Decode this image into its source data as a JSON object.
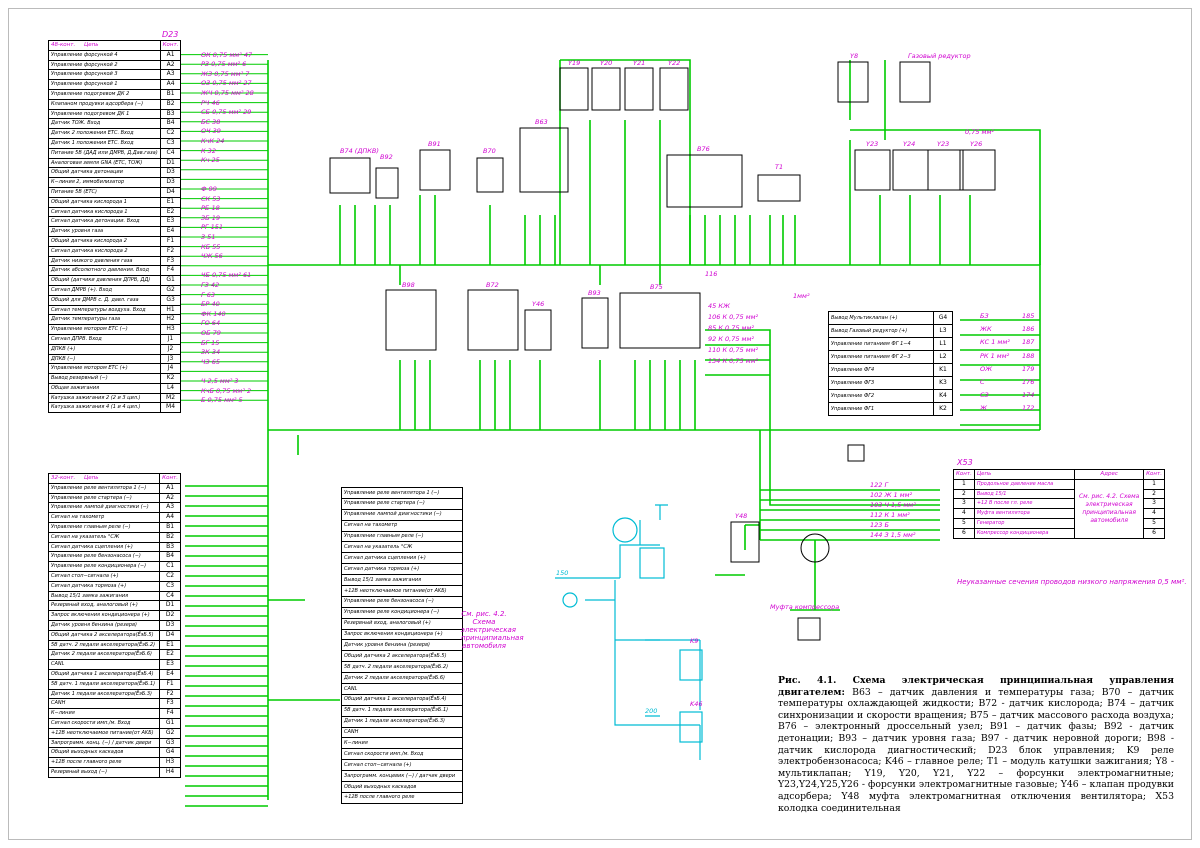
{
  "d23": {
    "title": "D23",
    "table48": {
      "hdr_left": "48-конт.",
      "hdr_circuit": "Цепь",
      "hdr_pin": "Конт.",
      "rows": [
        {
          "sig": "Управление форсункой 4",
          "pin": "A1",
          "wire": "ОК 0,75 мм² 47"
        },
        {
          "sig": "Управление форсункой 2",
          "pin": "A2",
          "wire": "РЗ 0,75 мм² 6"
        },
        {
          "sig": "Управление форсункой 3",
          "pin": "A3",
          "wire": "ЖЗ 0,75 мм² 7"
        },
        {
          "sig": "Управление форсункой 1",
          "pin": "A4",
          "wire": "ОЗ 0,75 мм² 27"
        },
        {
          "sig": "Управление подогревом ДК 2",
          "pin": "B1",
          "wire": "ЖЧ 0,75 мм² 28"
        },
        {
          "sig": "Клапаном продувки адсорбера (−)",
          "pin": "B2",
          "wire": "РЧ 46"
        },
        {
          "sig": "Управление подогревом ДК 1",
          "pin": "B3",
          "wire": "СБ 0,75 мм² 29"
        },
        {
          "sig": "Датчик ТОЖ. Вход",
          "pin": "B4",
          "wire": "БС 38"
        },
        {
          "sig": "Датчик 2 положения ETC. Вход",
          "pin": "C2",
          "wire": "ОЧ 39"
        },
        {
          "sig": "Датчик 1 положения ETC. Вход",
          "pin": "C3",
          "wire": "КчК 24"
        },
        {
          "sig": "Питание 5В (ДАД или ДМРВ, Д.Дав.газа)",
          "pin": "C4",
          "wire": "К 32"
        },
        {
          "sig": "Аналоговая земля GNA (ETC, ТОЖ)",
          "pin": "D1",
          "wire": "Кч 25"
        },
        {
          "sig": "Общий датчика детонации",
          "pin": "D3",
          "wire": ""
        },
        {
          "sig": "К−линия 2, иммобилизатор",
          "pin": "D3",
          "wire": ""
        },
        {
          "sig": "Питание 5В (ETC)",
          "pin": "D4",
          "wire": "Ф 99"
        },
        {
          "sig": "Общий датчика кислорода 1",
          "pin": "E1",
          "wire": "СК 53"
        },
        {
          "sig": "Сигнал датчика кислорода 1",
          "pin": "E2",
          "wire": "РБ 18"
        },
        {
          "sig": "Сигнал датчика детонации. Вход",
          "pin": "E3",
          "wire": "ЗБ 19"
        },
        {
          "sig": "Датчик уровня газа",
          "pin": "E4",
          "wire": "РГ 151"
        },
        {
          "sig": "Общий датчика кислорода 2",
          "pin": "F1",
          "wire": "З 51"
        },
        {
          "sig": "Сигнал датчика кислорода 2",
          "pin": "F2",
          "wire": "КБ 55"
        },
        {
          "sig": "Датчик низкого давления газа",
          "pin": "F3",
          "wire": "ЧЖ 56"
        },
        {
          "sig": "Датчик абсолютного давления. Вход",
          "pin": "F4",
          "wire": ""
        },
        {
          "sig": "Общий (датчики давления ДПРВ, ДД)",
          "pin": "G1",
          "wire": "ЧБ 0,75 мм² 61"
        },
        {
          "sig": "Сигнал ДМРВ (+). Вход",
          "pin": "G2",
          "wire": "ГЗ 42"
        },
        {
          "sig": "Общий для ДМРВ с. Д. давл. газа",
          "pin": "G3",
          "wire": "Г 63"
        },
        {
          "sig": "Сигнал температуры воздуха. Вход",
          "pin": "H1",
          "wire": "БР 40"
        },
        {
          "sig": "Датчик температуры газа",
          "pin": "H2",
          "wire": "ФК 140"
        },
        {
          "sig": "Управление мотором ETC (−)",
          "pin": "H3",
          "wire": "ГО 64"
        },
        {
          "sig": "Сигнал ДПРВ. Вход",
          "pin": "J1",
          "wire": "ОБ 79"
        },
        {
          "sig": "ДПКВ (+)",
          "pin": "J2",
          "wire": "БГ 15"
        },
        {
          "sig": "ДПКВ (−)",
          "pin": "J3",
          "wire": "ЗК 34"
        },
        {
          "sig": "Управление мотором ETC (+)",
          "pin": "J4",
          "wire": "ЧЗ 65"
        },
        {
          "sig": "Вывод резервный (−)",
          "pin": "K2",
          "wire": ""
        },
        {
          "sig": "Общая зажигания",
          "pin": "L4",
          "wire": "Ч 2,5 мм² 3"
        },
        {
          "sig": "Катушка зажигания 2 (2 и 3 цил.)",
          "pin": "M2",
          "wire": "КчБ 0,75 мм² 2"
        },
        {
          "sig": "Катушка зажигания 4 (1 и 4 цил.)",
          "pin": "M4",
          "wire": "Б 0,75 мм² 5"
        }
      ]
    },
    "table32": {
      "hdr_left": "32-конт.",
      "hdr_circuit": "Цепь",
      "rows": [
        {
          "sig": "Управление реле вентилятора 1 (−)",
          "pin": "A1"
        },
        {
          "sig": "Управление реле стартера (−)",
          "pin": "A2"
        },
        {
          "sig": "Управление лампой диагностики (−)",
          "pin": "A3"
        },
        {
          "sig": "Сигнал на тахометр",
          "pin": "A4"
        },
        {
          "sig": "Управление главным реле (−)",
          "pin": "B1"
        },
        {
          "sig": "Сигнал на указатель °СЖ",
          "pin": "B2"
        },
        {
          "sig": "Сигнал датчика сцепления (+)",
          "pin": "B3"
        },
        {
          "sig": "Управление реле бензонасоса (−)",
          "pin": "B4"
        },
        {
          "sig": "Управление реле кондиционера (−)",
          "pin": "C1"
        },
        {
          "sig": "Сигнал стоп−сигнала (+)",
          "pin": "C2"
        },
        {
          "sig": "Сигнал датчика тормоза (+)",
          "pin": "C3"
        },
        {
          "sig": "Вывод 15/1 замка зажигания",
          "pin": "C4"
        },
        {
          "sig": "Резервный вход, аналоговый (+)",
          "pin": "D1"
        },
        {
          "sig": "Запрос включения кондиционера (+)",
          "pin": "D2"
        },
        {
          "sig": "Датчик уровня бензина (резерв)",
          "pin": "D3"
        },
        {
          "sig": "Общий датчика 2 акселератора(ЁэБ.5)",
          "pin": "D4"
        },
        {
          "sig": "5В датч. 2 педали акселератора(ЁэБ.2)",
          "pin": "E1"
        },
        {
          "sig": "Датчик 2 педали акселератора(ЁэБ.6)",
          "pin": "E2"
        },
        {
          "sig": "CANL",
          "pin": "E3"
        },
        {
          "sig": "Общий датчика 1 акселератора(ЁэБ.4)",
          "pin": "E4"
        },
        {
          "sig": "5В датч. 1 педали акселератора(ЁэБ.1)",
          "pin": "F1"
        },
        {
          "sig": "Датчик 1 педали акселератора(ЁэБ.3)",
          "pin": "F2"
        },
        {
          "sig": "CANH",
          "pin": "F3"
        },
        {
          "sig": "К−линия",
          "pin": "F4"
        },
        {
          "sig": "Сигнал скорости имп./м. Вход",
          "pin": "G1"
        },
        {
          "sig": "+12В неотключаемое питание(от AKБ)",
          "pin": "G2"
        },
        {
          "sig": "Запрограмм. конц. (−) / датчик двери",
          "pin": "G3"
        },
        {
          "sig": "Общий выходных каскадов",
          "pin": "G4"
        },
        {
          "sig": "+12В после главного реле",
          "pin": "H3"
        },
        {
          "sig": "Резервный выход (−)",
          "pin": "H4"
        }
      ]
    },
    "table_mid": {
      "rows": [
        "Управление реле вентилятора 1 (−)",
        "Управление реле стартера (−)",
        "Управление лампой диагностики (−)",
        "Сигнал на тахометр",
        "Управление главным реле (−)",
        "Сигнал на указатель °СЖ",
        "Сигнал датчика сцепления (+)",
        "Сигнал датчика тормоза (+)",
        "Вывод 15/1 замка зажигания",
        "+12В неотключаемое питание(от AKБ)",
        "Управление реле бензонасоса (−)",
        "Управление реле кондиционера (−)",
        "Резервный вход, аналоговый (+)",
        "Запрос включения кондиционера (+)",
        "Датчик уровня бензина (резерв)",
        "Общий датчика 2 акселератора(ЁэБ.5)",
        "5В датч. 2 педали акселератора(ЁэБ.2)",
        "Датчик 2 педали акселератора(ЁэБ.6)",
        "CANL",
        "Общий датчика 1 акселератора(ЁэБ.4)",
        "5В датч. 1 педали акселератора(ЁэБ.1)",
        "Датчик 1 педали акселератора(ЁэБ.3)",
        "CANH",
        "К−линия",
        "Сигнал скорости имп./м. Вход",
        "Сигнал стоп−сигнала (+)",
        "Запрограмм. концевик (−) / датчик двери",
        "Общий выходных каскадов",
        "+12В после главного реле"
      ],
      "ref_note": "См. рис. 4.2. Схема электрическая принципиальная автомобиля"
    }
  },
  "gas_table": {
    "rows": [
      {
        "sig": "Вывод Мультиклапан (+)",
        "pin": "G4",
        "wire": "БЗ",
        "num": "185"
      },
      {
        "sig": "Вывод Газовый редуктор (+)",
        "pin": "L3",
        "wire": "ЖК",
        "num": "186"
      },
      {
        "sig": "Управление питанием ФГ 1−4",
        "pin": "L1",
        "wire": "КС 1 мм²",
        "num": "187"
      },
      {
        "sig": "Управление питанием ФГ 2−3",
        "pin": "L2",
        "wire": "РК 1 мм²",
        "num": "188"
      },
      {
        "sig": "Управление ФГ4",
        "pin": "K1",
        "wire": "ОЖ",
        "num": "179"
      },
      {
        "sig": "Управление ФГ3",
        "pin": "K3",
        "wire": "С",
        "num": "176"
      },
      {
        "sig": "Управление ФГ2",
        "pin": "K4",
        "wire": "СЗ",
        "num": "174"
      },
      {
        "sig": "Управление ФГ1",
        "pin": "K2",
        "wire": "Ж",
        "num": "172"
      }
    ]
  },
  "x53": {
    "title": "X53",
    "hdr_pin": "Конт.",
    "hdr_circuit": "Цепь",
    "hdr_addr": "Адрес",
    "hdr_pin2": "Конт.",
    "rows": [
      {
        "pin": "1",
        "sig": "Продольное давление масла",
        "pin2": "1"
      },
      {
        "pin": "2",
        "sig": "Вывод 15/1",
        "pin2": "2"
      },
      {
        "pin": "3",
        "sig": "+12 В после гл. реле",
        "pin2": "3"
      },
      {
        "pin": "4",
        "sig": "Муфта вентилятора",
        "pin2": "4"
      },
      {
        "pin": "5",
        "sig": "Генератор",
        "pin2": "5"
      },
      {
        "pin": "6",
        "sig": "Компрессор кондиционера",
        "pin2": "6"
      }
    ],
    "addr_note": "См. рис. 4.2. Схема электрическая принципиальная автомобиля",
    "wires": [
      "122 Г",
      "102 Ж 1 мм²",
      "103 Ч 1,5 мм²",
      "112 К 1 мм²",
      "123 Б",
      "144 З 1,5 мм²"
    ]
  },
  "components": {
    "b74": "B74 (ДПКВ)",
    "b92": "B92",
    "b91": "B91",
    "b70": "B70",
    "b63": "B63",
    "b76": "B76",
    "t1": "T1",
    "y8": "Y8",
    "gas_reducer": "Газовый редуктор",
    "y19": "Y19",
    "y20": "Y20",
    "y21": "Y21",
    "y22": "Y22",
    "y23a": "Y23",
    "y24": "Y24",
    "y23b": "Y23",
    "y26": "Y26",
    "b98": "B98",
    "b72": "B72",
    "y46": "Y46",
    "b93": "B93",
    "b75": "B75",
    "y48": "Y48",
    "k9": "K9",
    "k46": "K46",
    "compressor_clutch": "Муфта компрессора",
    "fuse150": "150",
    "fuse200": "200"
  },
  "b75_wires": [
    "45 КЖ",
    "106 К 0,75 мм²",
    "85 К 0,75 мм²",
    "92 К 0,75 мм²",
    "110 К 0,75 мм²",
    "134 К 0,75 мм²"
  ],
  "labels": {
    "wire_1mm": "1мм²",
    "wire_075": "0,75 мм²",
    "bus_116": "116",
    "note_section": "Неуказанные сечения проводов низкого напряжения 0,5 мм²."
  },
  "caption": {
    "bold": "Рис. 4.1. Схема электрическая принципиальная управления двигателем:",
    "text": " B63 – датчик давления и температуры газа; B70 – датчик температуры охлаждающей жидкости; B72 - датчик кислорода; B74 – датчик синхронизации и скорости вращения; B75 – датчик массового расхода воздуха; B76 – электронный дроссельный узел; B91 – датчик фазы; B92 - датчик детонации; B93 – датчик уровня газа; B97 - датчик неровной дороги; B98 - датчик кислорода диагностический; D23 блок управления; K9 реле электробензонасоса; K46 – главное реле; T1 – модуль катушки зажигания; Y8 - мультиклапан; Y19, Y20, Y21, Y22 – форсунки электромагнитные; Y23,Y24,Y25,Y26 - форсунки электромагнитные газовые; Y46 – клапан продувки адсорбера; Y48 муфта электромагнитная отключения вентилятора; X53 колодка соединительная"
  },
  "colors": {
    "wire": "#00cc00",
    "label": "#d000d0",
    "auxiliary": "#00bcd4",
    "line": "#000000"
  }
}
